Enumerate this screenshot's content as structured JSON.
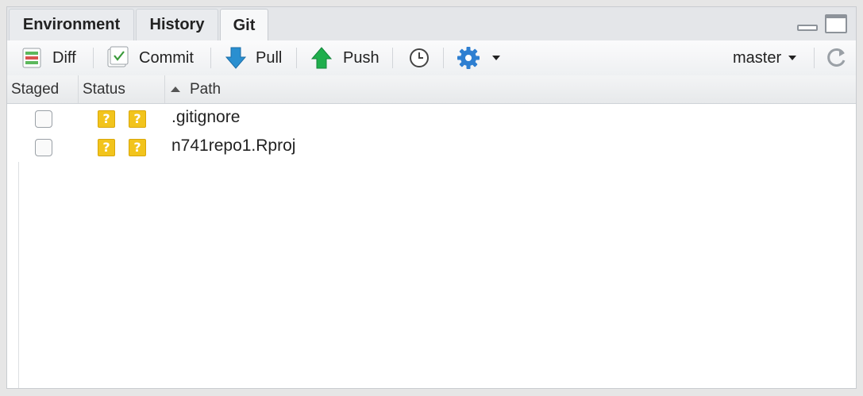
{
  "tabs": [
    {
      "label": "Environment",
      "active": false
    },
    {
      "label": "History",
      "active": false
    },
    {
      "label": "Git",
      "active": true
    }
  ],
  "toolbar": {
    "diff": "Diff",
    "commit": "Commit",
    "pull": "Pull",
    "push": "Push",
    "branch": "master"
  },
  "columns": {
    "staged": "Staged",
    "status": "Status",
    "path": "Path"
  },
  "files": [
    {
      "path": ".gitignore",
      "status_index": "?",
      "status_worktree": "?",
      "staged": false
    },
    {
      "path": "n741repo1.Rproj",
      "status_index": "?",
      "status_worktree": "?",
      "staged": false
    }
  ],
  "colors": {
    "status_untracked": "#f2c41c",
    "pull_arrow": "#2a8fd0",
    "push_arrow": "#1fae4c",
    "gear": "#2e7fd1"
  }
}
